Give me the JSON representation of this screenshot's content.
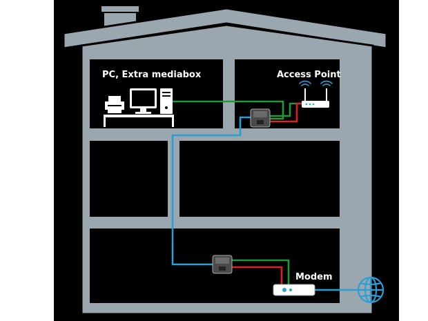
{
  "labels": {
    "pc_room": "PC, Extra mediabox",
    "access_point": "Access Point",
    "modem": "Modem"
  },
  "colors": {
    "background": "#000000",
    "house_fill": "#9aa7af",
    "room_fill": "#000000",
    "ethernet_cable": "#1e9a3c",
    "power_cable": "#d8232a",
    "coax_cable": "#2a9fd6",
    "device_white": "#ffffff",
    "adapter_dark": "#3a3a3a"
  },
  "icons": [
    "printer-icon",
    "monitor-icon",
    "pc-tower-icon",
    "router-icon",
    "wifi-icon",
    "powerline-adapter-icon",
    "modem-icon",
    "globe-icon"
  ]
}
